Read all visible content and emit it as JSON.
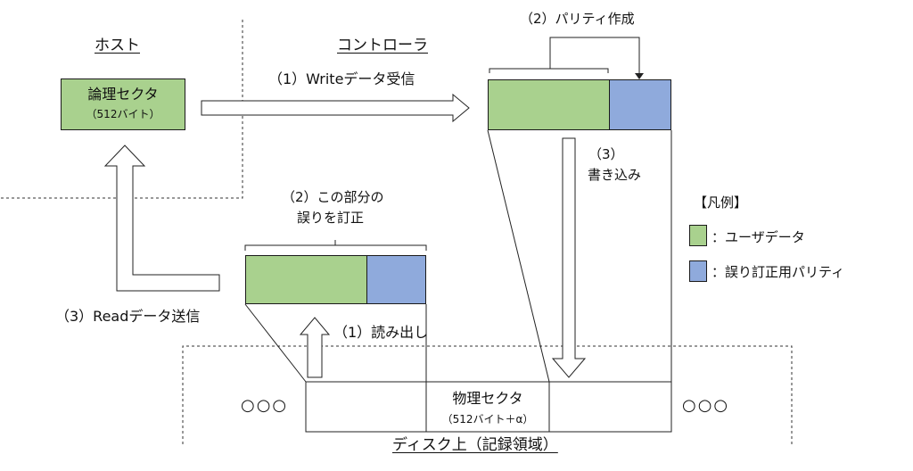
{
  "labels": {
    "host": "ホスト",
    "controller": "コントローラ",
    "logical_sector": "論理セクタ",
    "logical_sector_size": "（512バイト）",
    "write_receive": "（1）Writeデータ受信",
    "parity_create": "（2）パリティ作成",
    "write_step_num": "（3）",
    "write_step": "書き込み",
    "correct_line1": "（2）この部分の",
    "correct_line2": "誤りを訂正",
    "read_send": "（3）Readデータ送信",
    "read_out": "（1）読み出し",
    "physical_sector": "物理セクタ",
    "physical_sector_size": "（512バイト＋α）",
    "disk_area": "ディスク上（記録領域）",
    "ellipsis_left": "○○○",
    "ellipsis_right": "○○○",
    "legend_title": "【凡例】",
    "legend_user_data": "：ユーザデータ",
    "legend_parity": "：誤り訂正用パリティ"
  },
  "colors": {
    "user_data": "#a9d18e",
    "parity": "#8faadc",
    "outline": "#1a1a1a"
  }
}
